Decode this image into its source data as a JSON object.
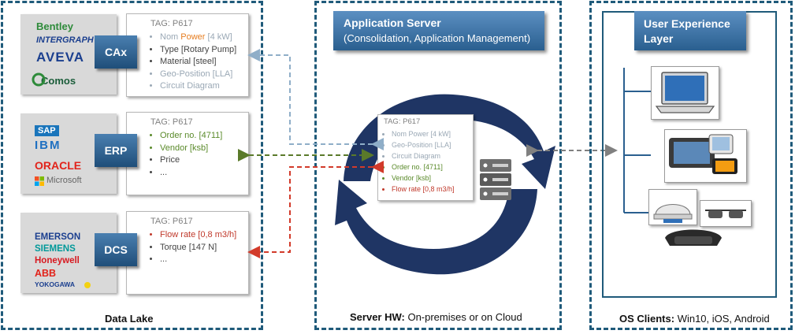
{
  "colors": {
    "zone_border": "#1f5a7a",
    "accent_blue": "#2a5f8f",
    "green": "#5a8a2a",
    "red": "#c0392b",
    "orange": "#e67e22",
    "grey_arrow": "#8faec8"
  },
  "data_lake": {
    "label": "Data Lake",
    "systems": [
      {
        "name": "CAx",
        "logos": [
          "Bentley",
          "INTERGRAPH",
          "AVEVA",
          "Comos"
        ],
        "card": {
          "tag": "TAG: P617",
          "items": [
            {
              "pre": "Nom ",
              "hi": "Power",
              "post": " [4 kW]"
            },
            {
              "pre": "Type [Rotary Pump]",
              "hi": "",
              "post": ""
            },
            {
              "pre": "Material [steel]",
              "hi": "",
              "post": ""
            },
            {
              "pre": "Geo-Position [LLA]",
              "hi": "",
              "post": ""
            },
            {
              "pre": "Circuit Diagram",
              "hi": "",
              "post": ""
            }
          ]
        }
      },
      {
        "name": "ERP",
        "logos": [
          "SAP",
          "IBM",
          "ORACLE",
          "Microsoft"
        ],
        "card": {
          "tag": "TAG: P617",
          "items": [
            {
              "pre": "Order no. [4711]",
              "hi": "",
              "post": ""
            },
            {
              "pre": "Vendor [ksb]",
              "hi": "",
              "post": ""
            },
            {
              "pre": "Price",
              "hi": "",
              "post": ""
            },
            {
              "pre": "...",
              "hi": "",
              "post": ""
            }
          ]
        }
      },
      {
        "name": "DCS",
        "logos": [
          "EMERSON",
          "SIEMENS",
          "Honeywell",
          "ABB",
          "YOKOGAWA"
        ],
        "card": {
          "tag": "TAG: P617",
          "items": [
            {
              "pre": "Flow rate [0,8 m3/h]",
              "hi": "",
              "post": ""
            },
            {
              "pre": "Torque [147 N]",
              "hi": "",
              "post": ""
            },
            {
              "pre": "...",
              "hi": "",
              "post": ""
            }
          ]
        }
      }
    ]
  },
  "app_server": {
    "title": "Application Server",
    "subtitle": "(Consolidation, Application Management)",
    "card": {
      "tag": "TAG: P617",
      "items": [
        "Nom Power [4 kW]",
        "Geo-Position [LLA]",
        "Circuit Diagram",
        "Order no. [4711]",
        "Vendor [ksb]",
        "Flow rate [0,8 m3/h]"
      ]
    },
    "footer_bold": "Server HW:",
    "footer_rest": " On-premises or on Cloud"
  },
  "ux_layer": {
    "title_line1": "User Experience",
    "title_line2": "Layer",
    "footer_bold": "OS Clients:",
    "footer_rest": " Win10, iOS, Android",
    "devices": [
      "laptop-icon",
      "tablet-icon",
      "smart-glasses-icon"
    ]
  }
}
